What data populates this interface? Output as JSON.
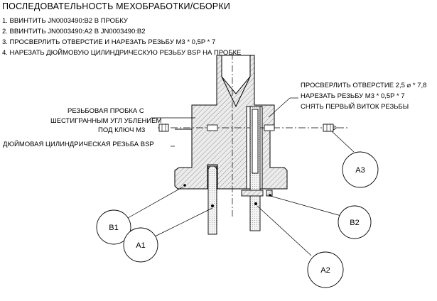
{
  "title": "ПОСЛЕДОВАТЕЛЬНОСТЬ МЕХОБРАБОТКИ/СБОРКИ",
  "steps": [
    "1.  ВВИНТИТЬ JN0003490:B2 В ПРОБКУ",
    "2.  ВВИНТИТЬ JN0003490:A2 В JN0003490:B2",
    "3.  ПРОСВЕРЛИТЬ ОТВЕРСТИЕ И НАРЕЗАТЬ РЕЗЬБУ M3 * 0,5P * 7",
    "4.  НАРЕЗАТЬ ДЮЙМОВУЮ ЦИЛИНДРИЧЕСКУЮ РЕЗЬБУ BSP НА ПРОБКЕ"
  ],
  "notes": {
    "drill_1": "ПРОСВЕРЛИТЬ ОТВЕРСТИЕ 2,5 ⌀ * 7,8",
    "drill_2": "НАРЕЗАТЬ РЕЗЬБУ M3 * 0,5P * 7",
    "drill_3": "СНЯТЬ ПЕРВЫЙ ВИТОК РЕЗЬБЫ",
    "plug_1": "РЕЗЬБОВАЯ ПРОБКА С",
    "plug_2": "ШЕСТИГРАННЫМ  УГЛ УБЛЕНИЕМ",
    "plug_3": "ПОД КЛЮЧ M3",
    "bsp": "ДЮЙМОВАЯ ЦИЛИНДРИЧЕСКАЯ РЕЗЬБА BSP"
  },
  "balloons": {
    "a3": "A3",
    "b1": "B1",
    "a1": "A1",
    "b2": "B2",
    "a2": "A2"
  }
}
